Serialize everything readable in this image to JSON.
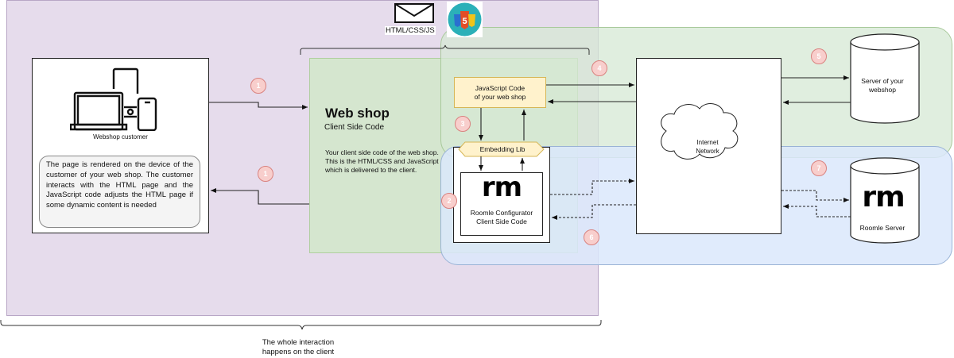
{
  "diagram": {
    "customer": {
      "label": "Webshop customer",
      "description": "The page is rendered on the device of the customer of your web shop. The customer interacts with the HTML page and the JavaScript code adjusts the HTML page if some dynamic content is needed"
    },
    "webshop": {
      "title": "Web shop",
      "subtitle": "Client Side Code",
      "description": "Your client side code of the web shop. This is the HTML/CSS and JavaScript which is delivered to the client."
    },
    "js_code": {
      "label": "JavaScript Code\nof your web shop",
      "line1": "JavaScript Code",
      "line2": "of your web shop"
    },
    "embedding_lib": {
      "label": "Embedding Lib"
    },
    "roomle_client": {
      "logo": "rm",
      "line1": "Roomle Configurator",
      "line2": "Client Side Code"
    },
    "internet": {
      "line1": "Internet",
      "line2": "Network"
    },
    "webshop_server": {
      "line1": "Server of your",
      "line2": "webshop"
    },
    "roomle_server": {
      "logo": "rm",
      "label": "Roomle Server"
    },
    "html_delivery": {
      "label": "HTML/CSS/JS",
      "icons": [
        "envelope-icon",
        "html5-css3-js-logo"
      ]
    },
    "bottom_note": {
      "line1": "The whole interaction",
      "line2": "happens on the client"
    },
    "steps": [
      "1",
      "1",
      "2",
      "3",
      "4",
      "5",
      "6",
      "7"
    ],
    "colors": {
      "client_region": "#e6dcec",
      "webshop_box": "#d5e6cf",
      "green_region": "#d5e8d4",
      "blue_region": "#dae8fc",
      "js_box": "#fff2cc",
      "step_badge": "#f8cecc"
    }
  }
}
